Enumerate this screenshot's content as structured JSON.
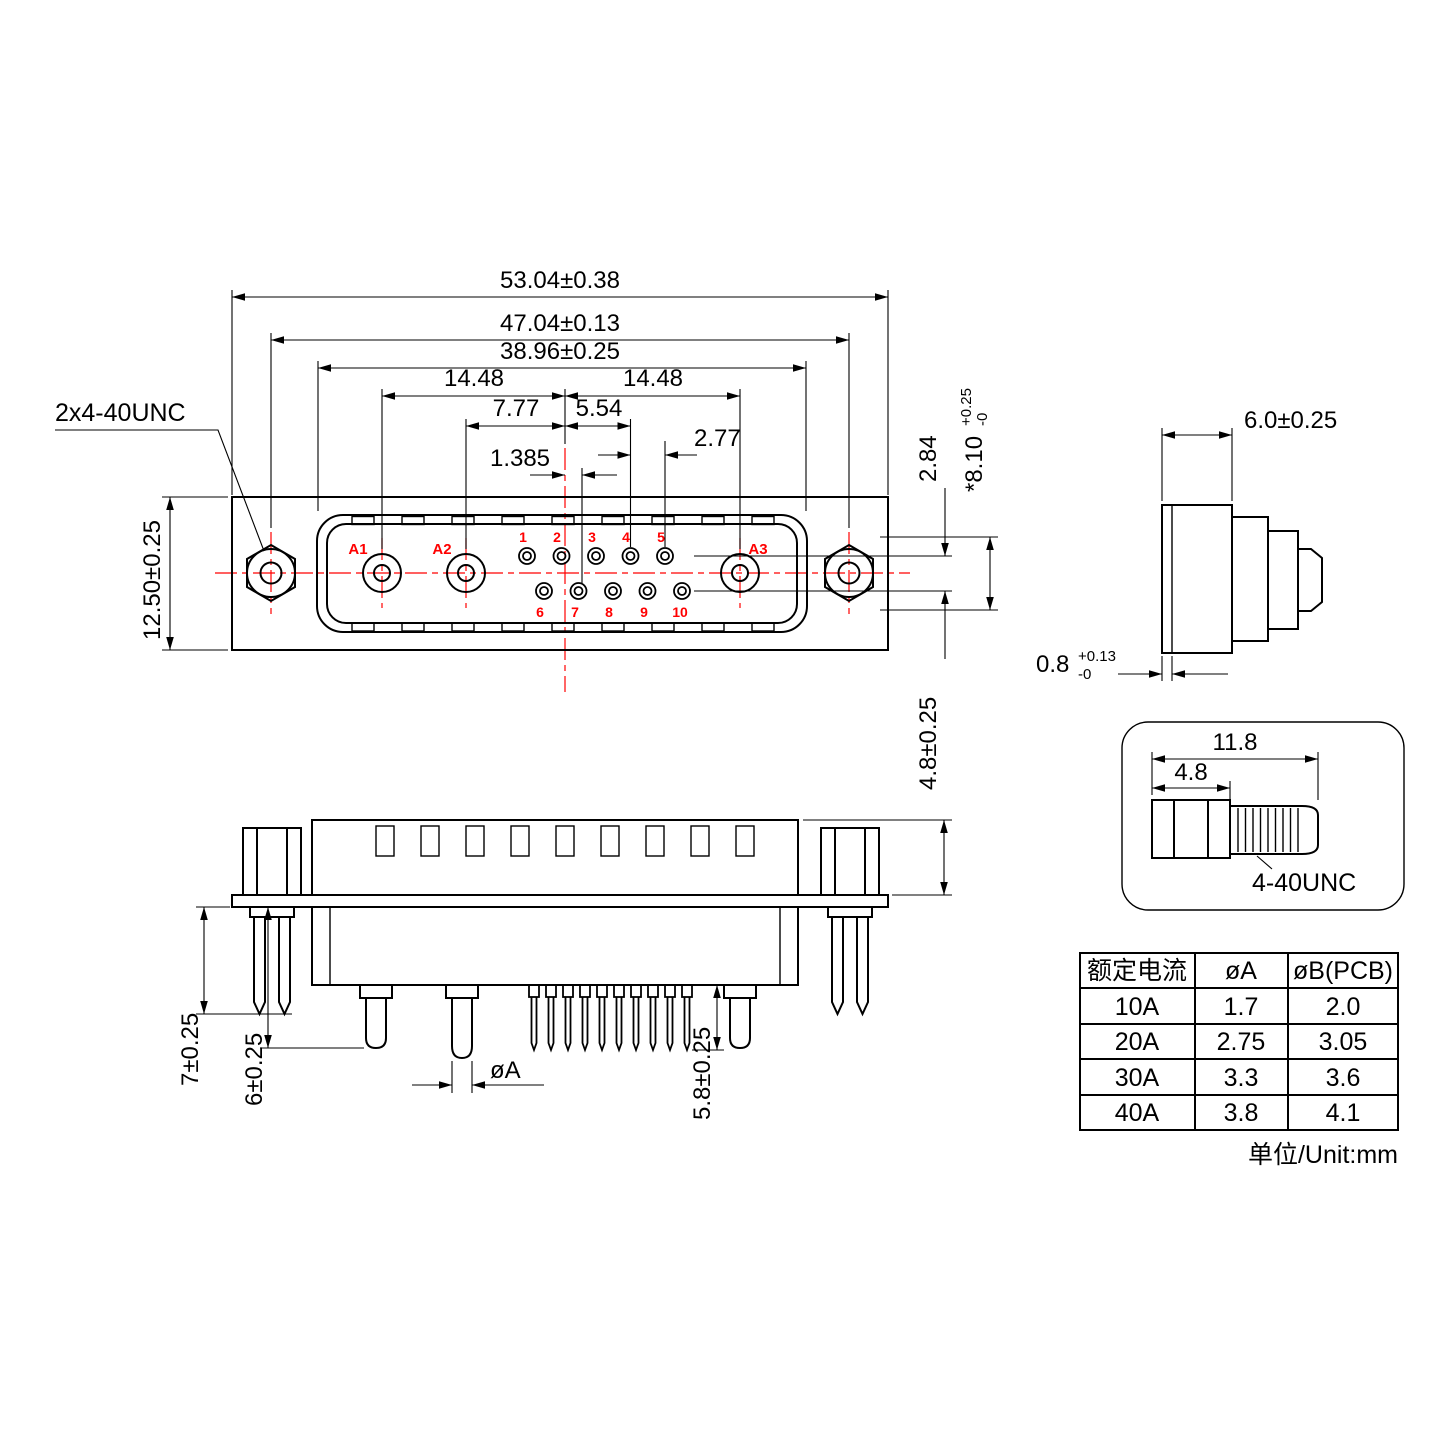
{
  "drawing": {
    "front": {
      "thread_callout": "2x4-40UNC",
      "dim_53": "53.04±0.38",
      "dim_47": "47.04±0.13",
      "dim_3896": "38.96±0.25",
      "dim_1448_left": "14.48",
      "dim_1448_right": "14.48",
      "dim_777": "7.77",
      "dim_554": "5.54",
      "dim_277": "2.77",
      "dim_1385": "1.385",
      "dim_284": "2.84",
      "dim_810": "*8.10",
      "dim_810_tol_up": "+0.25",
      "dim_810_tol_dn": "-0",
      "dim_1250": "12.50±0.25",
      "labels_coax": [
        "A1",
        "A2",
        "A3"
      ],
      "labels_row1": [
        "1",
        "2",
        "3",
        "4",
        "5"
      ],
      "labels_row2": [
        "6",
        "7",
        "8",
        "9",
        "10"
      ]
    },
    "side": {
      "dim_60": "6.0±0.25",
      "dim_08": "0.8",
      "dim_08_tol_up": "+0.13",
      "dim_08_tol_dn": "-0"
    },
    "pcb": {
      "dim_48": "4.8±0.25",
      "dim_7": "7±0.25",
      "dim_6": "6±0.25",
      "dim_58": "5.8±0.25",
      "dim_phiA": "øA"
    },
    "screw": {
      "dim_118": "11.8",
      "dim_48": "4.8",
      "thread": "4-40UNC"
    }
  },
  "table": {
    "headers": [
      "额定电流",
      "øA",
      "øB(PCB)"
    ],
    "rows": [
      [
        "10A",
        "1.7",
        "2.0"
      ],
      [
        "20A",
        "2.75",
        "3.05"
      ],
      [
        "30A",
        "3.3",
        "3.6"
      ],
      [
        "40A",
        "3.8",
        "4.1"
      ]
    ],
    "unit_note": "单位/Unit:mm"
  },
  "colors": {
    "line": "#000000",
    "accent": "#ff0000"
  }
}
